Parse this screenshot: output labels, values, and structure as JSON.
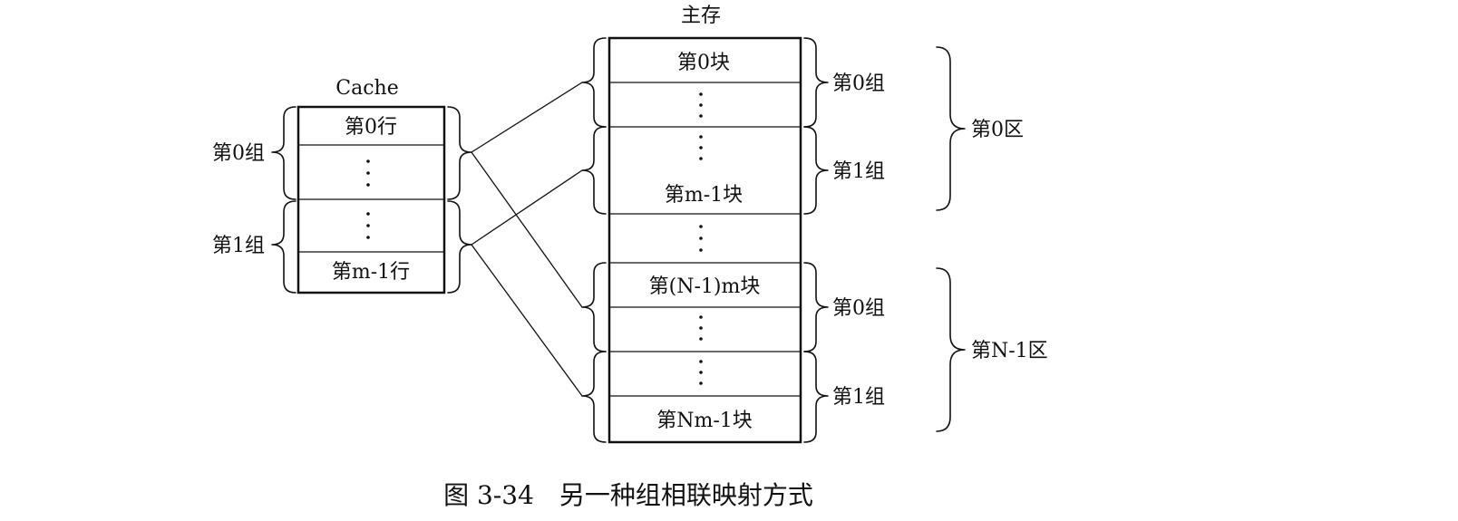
{
  "cache": {
    "title": "Cache",
    "row_first": "第0行",
    "row_last": "第m-1行",
    "group0": "第0组",
    "group1": "第1组"
  },
  "memory": {
    "title": "主存",
    "block_first": "第0块",
    "block_m_minus_1": "第m-1块",
    "block_n_minus_1_m": "第(N-1)m块",
    "block_last": "第Nm-1块",
    "zone0_group0": "第0组",
    "zone0_group1": "第1组",
    "zoneN_group0": "第0组",
    "zoneN_group1": "第1组",
    "zone0": "第0区",
    "zone_n_minus_1": "第N-1区"
  },
  "caption": "图 3-34　另一种组相联映射方式"
}
